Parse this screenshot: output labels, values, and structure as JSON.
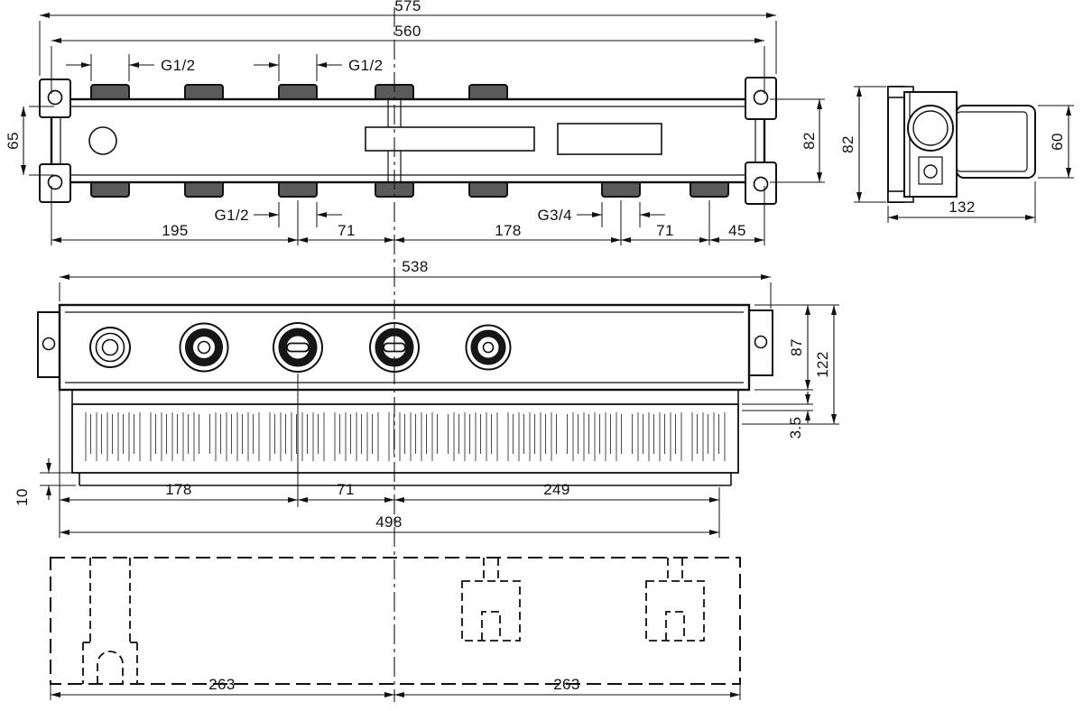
{
  "drawing": {
    "background": "#ffffff",
    "line_color": "#111111"
  },
  "plan_view": {
    "dim_overall_width": "575",
    "dim_body_width": "560",
    "thread_top_left": "G1/2",
    "thread_top_right": "G1/2",
    "dim_height_left": "65",
    "dim_height_right": "82",
    "thread_bottom_left": "G1/2",
    "thread_bottom_right": "G3/4",
    "dim_195": "195",
    "dim_71_left": "71",
    "dim_178": "178",
    "dim_71_right": "71",
    "dim_45": "45"
  },
  "side_view": {
    "dim_height": "82",
    "dim_inner_height": "60",
    "dim_depth": "132"
  },
  "front_view": {
    "dim_width": "538",
    "dim_87": "87",
    "dim_122": "122",
    "dim_3_5": "3.5",
    "dim_178": "178",
    "dim_71": "71",
    "dim_249": "249",
    "dim_498": "498",
    "dim_10": "10"
  },
  "template_view": {
    "dim_263_left": "263",
    "dim_263_right": "263"
  }
}
